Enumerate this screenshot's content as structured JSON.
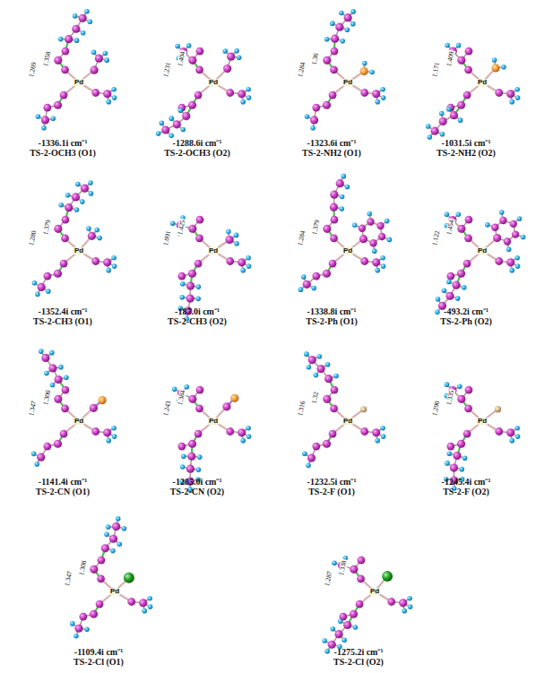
{
  "diagram": {
    "labels": [
      "1.269",
      "1.358",
      "Pd",
      "-1336.1i cm⁻¹",
      "TS-2-OCH3 (O1)",
      "1.231",
      "1.404",
      "Pd",
      "-1288.6i cm⁻¹",
      "TS-2-OCH3 (O2)",
      "1.284",
      "1.36",
      "Pd",
      "-1323.6i cm⁻¹",
      "TS-2-NH2 (O1)",
      "1.171",
      "1.409",
      "Pd",
      "-1031.5i cm⁻¹",
      "TS-2-NH2 (O2)",
      "1.280",
      "1.379",
      "Pd",
      "-1352.4i cm⁻¹",
      "TS-2-CH3 (O1)",
      "1.091",
      "1.425",
      "Pd",
      "-187.0i cm⁻¹",
      "TS-2-CH3 (O2)",
      "1.284",
      "1.379",
      "Pd",
      "-1338.8i cm⁻¹",
      "TS-2-Ph (O1)",
      "1.122",
      "1.454",
      "Pd",
      "-493.2i cm⁻¹",
      "TS-2-Ph (O2)",
      "1.347",
      "1.300",
      "Pd",
      "-1141.4i cm⁻¹",
      "TS-2-CN (O1)",
      "1.243",
      "1.384",
      "Pd",
      "-1285.0i cm⁻¹",
      "TS-2-CN (O2)",
      "1.316",
      "1.32",
      "Pd",
      "-1232.5i cm⁻¹",
      "TS-2-F (O1)",
      "1.290",
      "1.335",
      "Pd",
      "-1245.4i cm⁻¹",
      "TS-2-F (O2)",
      "1.347",
      "1.308",
      "Pd",
      "-1109.4i cm⁻¹",
      "TS-2-Cl (O1)",
      "1.287",
      "1.338",
      "Pd",
      "-1275.2i cm⁻¹",
      "TS-2-Cl (O2)"
    ]
  }
}
